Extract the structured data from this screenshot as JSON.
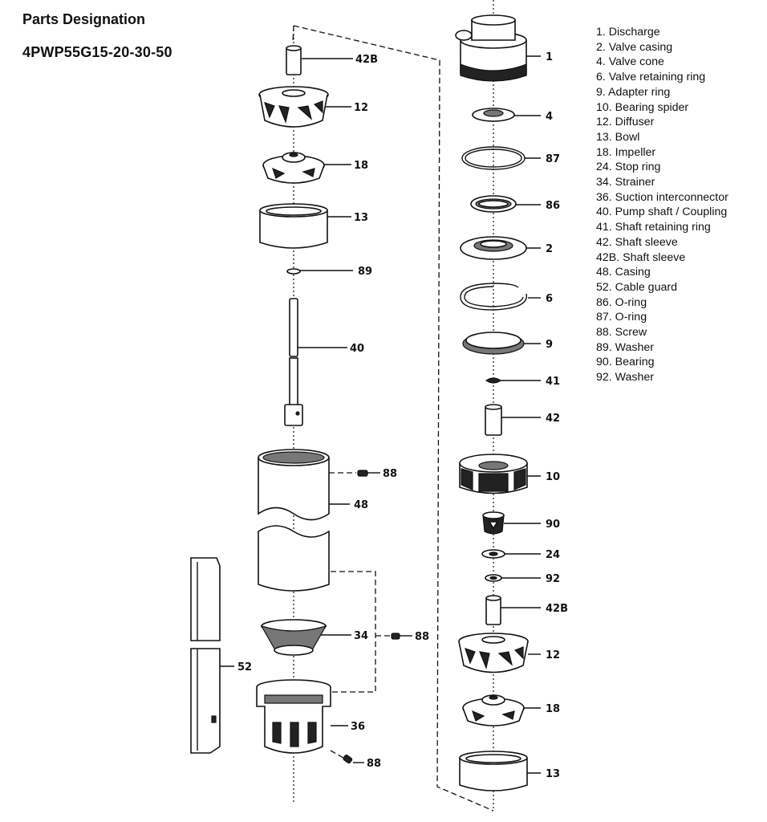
{
  "heading": "Parts Designation",
  "model": "4PWP55G15-20-30-50",
  "legend": [
    "1. Discharge",
    "2. Valve casing",
    "4. Valve cone",
    "6. Valve retaining ring",
    "9. Adapter ring",
    "10. Bearing spider",
    "12. Diffuser",
    "13. Bowl",
    "18. Impeller",
    "24. Stop ring",
    "34. Strainer",
    "36. Suction interconnector",
    "40. Pump shaft / Coupling",
    "41. Shaft retaining ring",
    "42. Shaft sleeve",
    "42B. Shaft sleeve",
    "48. Casing",
    "52. Cable guard",
    "86. O-ring",
    "87. O-ring",
    "88. Screw",
    "89. Washer",
    "90. Bearing",
    "92. Washer"
  ],
  "callouts": {
    "left": [
      "42B",
      "12",
      "18",
      "13",
      "89",
      "40",
      "88",
      "48",
      "34",
      "88",
      "52",
      "36",
      "88"
    ],
    "right": [
      "1",
      "4",
      "87",
      "86",
      "2",
      "6",
      "9",
      "41",
      "42",
      "10",
      "90",
      "24",
      "92",
      "42B",
      "12",
      "18",
      "13"
    ]
  }
}
